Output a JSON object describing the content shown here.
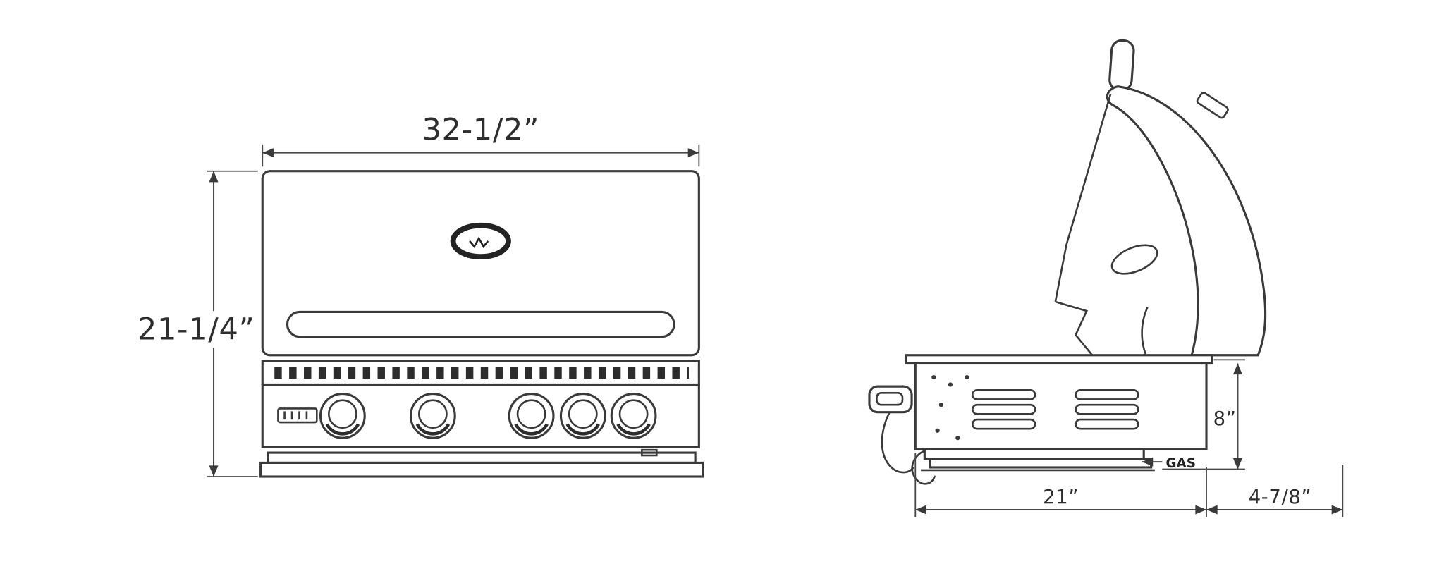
{
  "colors": {
    "line": "#3a3a3a",
    "background": "#ffffff"
  },
  "front_view": {
    "width_label": "32-1/2”",
    "height_label": "21-1/4”"
  },
  "side_view": {
    "body_height_label": "8”",
    "depth_label": "21”",
    "lid_overhang_label": "4-7/8”",
    "gas_label": "GAS"
  }
}
